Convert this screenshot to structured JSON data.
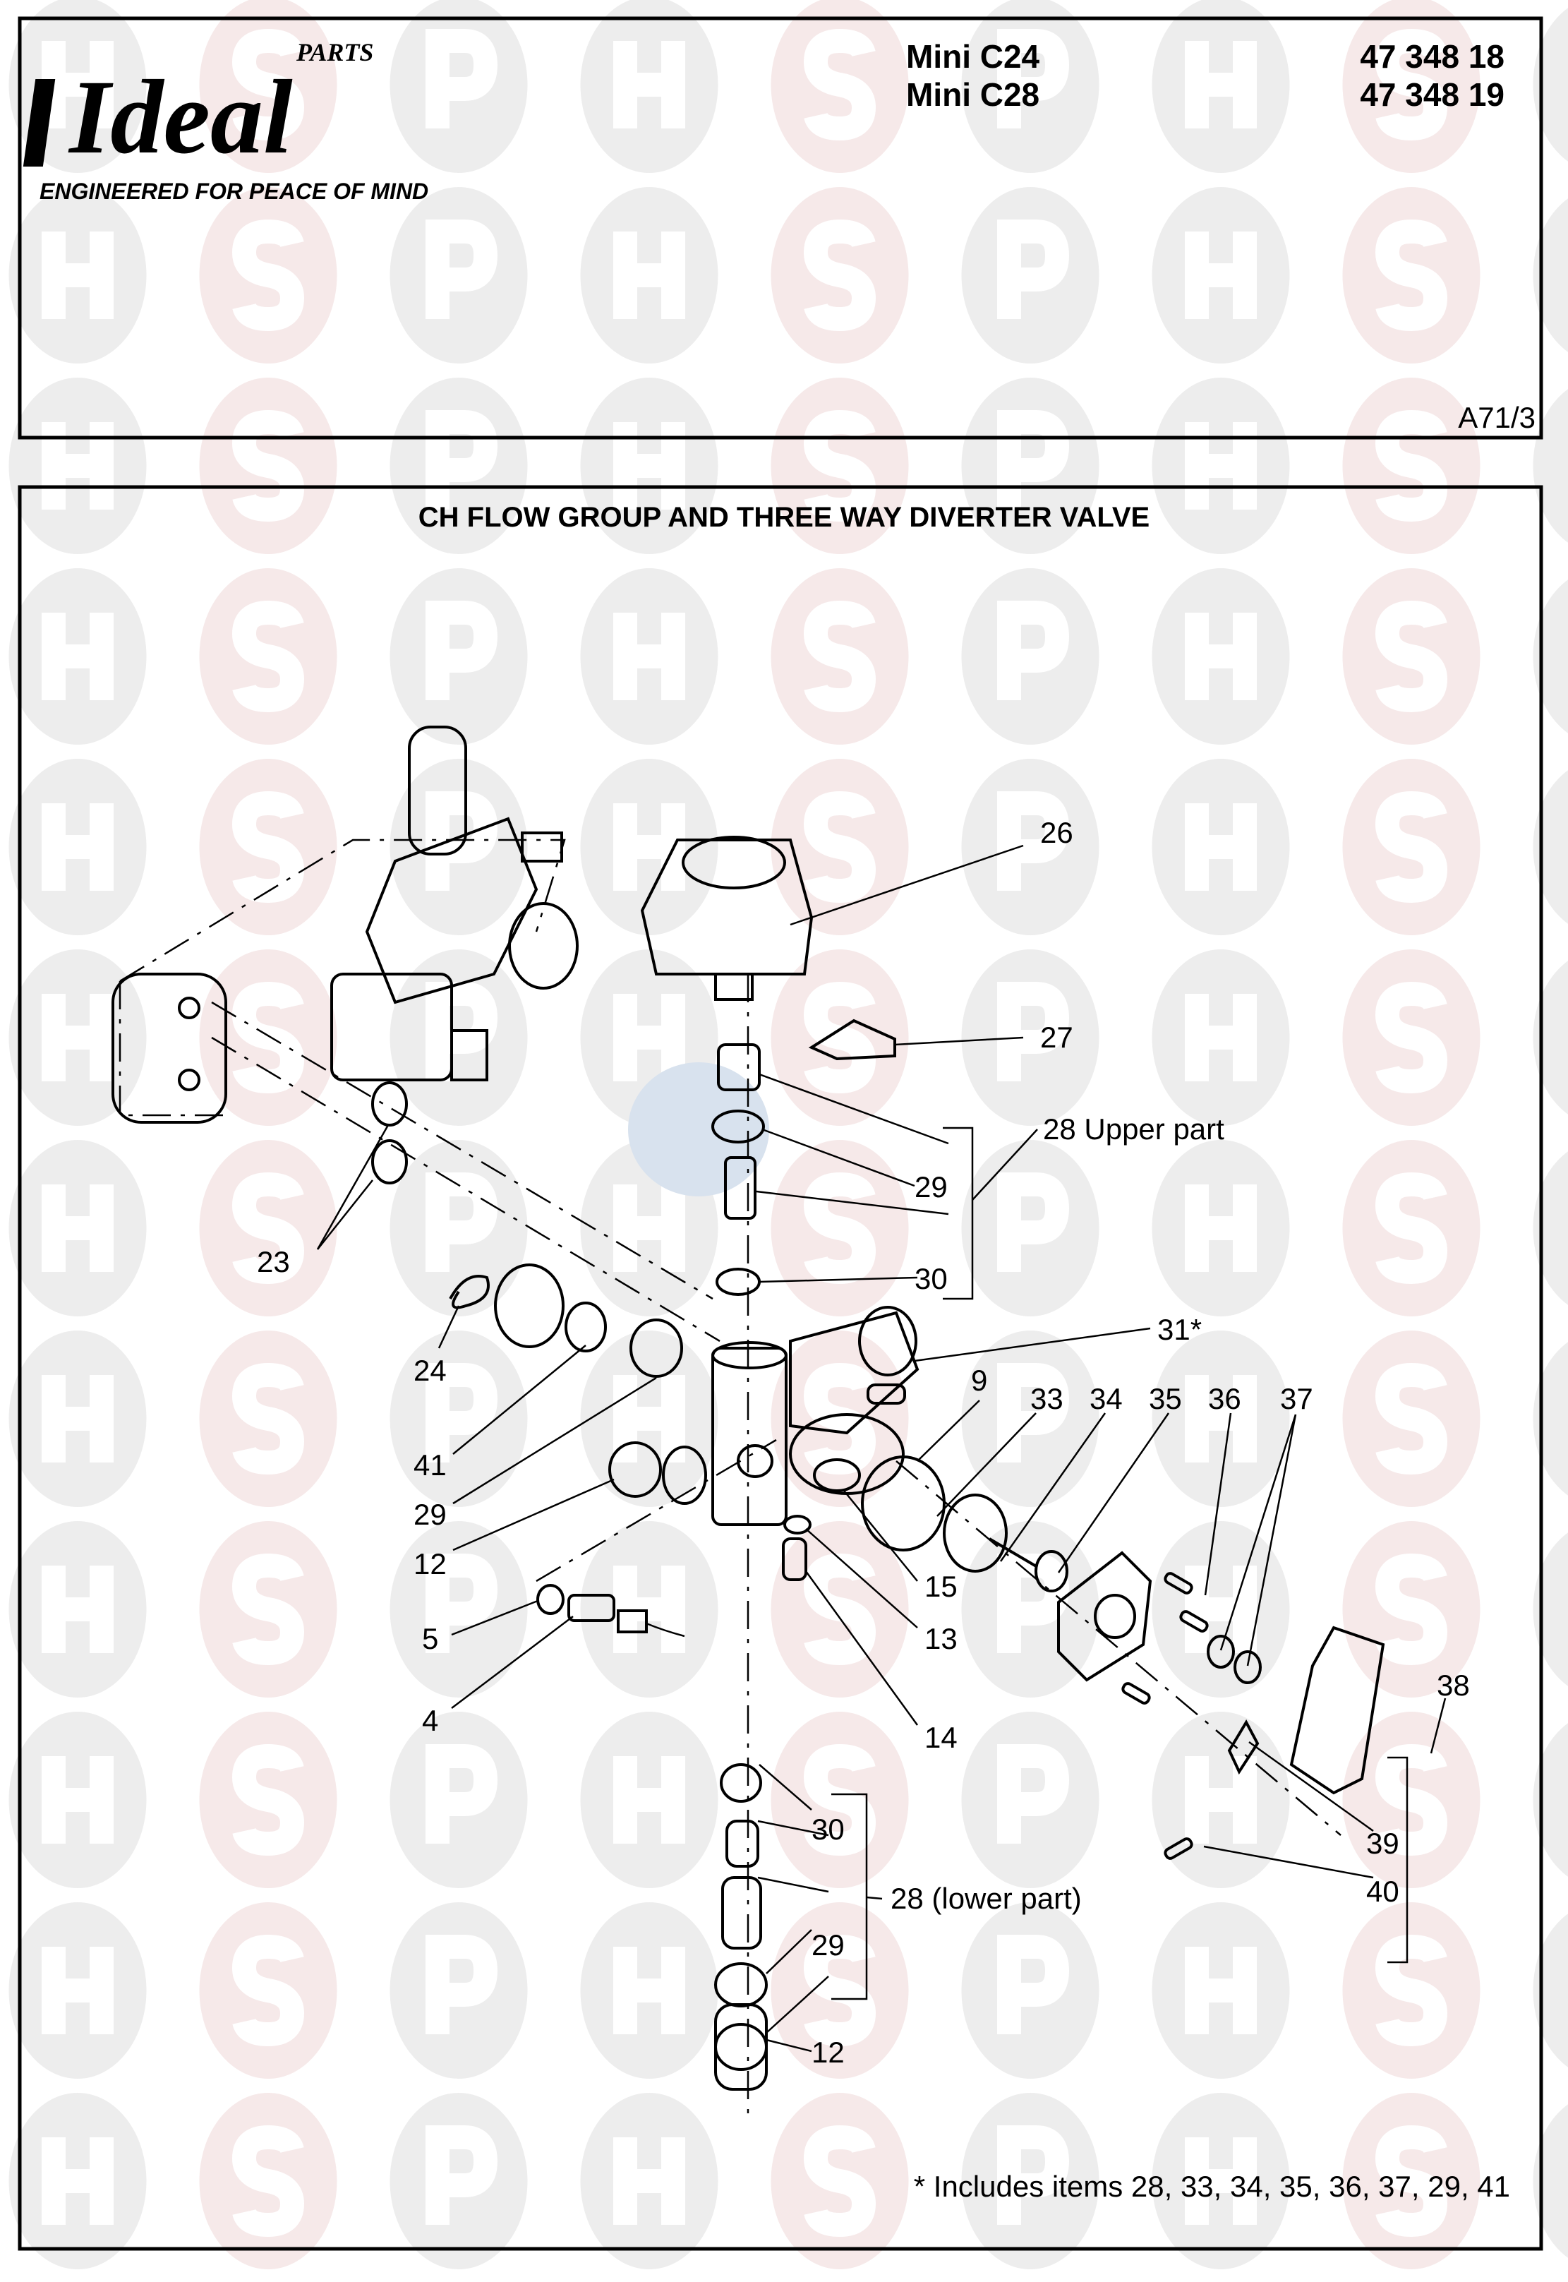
{
  "header": {
    "brand_word": "Ideal",
    "brand_superscript": "PARTS",
    "tagline": "ENGINEERED FOR PEACE OF MIND",
    "models": [
      {
        "name": "Mini C24",
        "code": "47 348 18"
      },
      {
        "name": "Mini C28",
        "code": "47 348 19"
      }
    ],
    "sheet_ref": "A71/3"
  },
  "diagram": {
    "title": "CH FLOW GROUP AND THREE WAY DIVERTER VALVE",
    "footnote": "* Includes items 28, 33, 34, 35, 36, 37, 29, 41",
    "callouts": {
      "c26": "26",
      "c27": "27",
      "c28_upper": "28 Upper part",
      "c29_upper": "29",
      "c30_upper": "30",
      "c31": "31*",
      "c9": "9",
      "c33": "33",
      "c34": "34",
      "c35": "35",
      "c36": "36",
      "c37": "37",
      "c38": "38",
      "c39": "39",
      "c40": "40",
      "c23": "23",
      "c24": "24",
      "c41": "41",
      "c29_left": "29",
      "c12_left": "12",
      "c5": "5",
      "c4": "4",
      "c15": "15",
      "c13": "13",
      "c14": "14",
      "c30_lower": "30",
      "c28_lower": "28 (lower part)",
      "c29_lower": "29",
      "c12_lower": "12"
    }
  },
  "watermark": {
    "letters": [
      "H",
      "S",
      "P"
    ],
    "colors": {
      "grey": "#ededed",
      "red": "#f6e9e9",
      "blue": "#d8e2ee",
      "text": "#ffffff"
    }
  }
}
